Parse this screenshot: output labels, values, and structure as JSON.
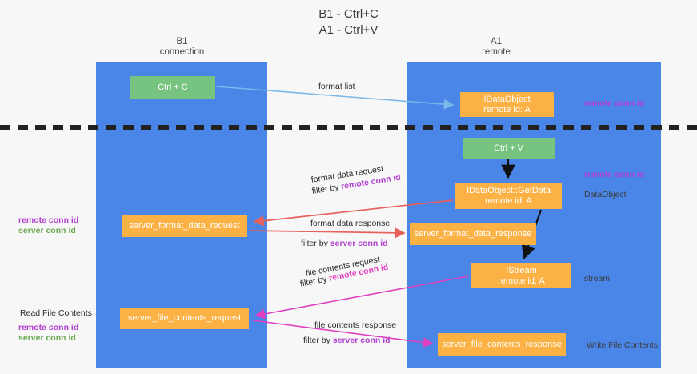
{
  "title": {
    "line1": "B1 - Ctrl+C",
    "line2": "A1 - Ctrl+V"
  },
  "lanes": [
    {
      "id": "b1",
      "name": "B1",
      "role": "connection",
      "color": "#4a86e8"
    },
    {
      "id": "a1",
      "name": "A1",
      "role": "remote",
      "color": "#4a86e8"
    }
  ],
  "nodes": {
    "ctrl_c": {
      "label": "Ctrl + C",
      "sub": "",
      "color": "#76c47f"
    },
    "idataobject": {
      "label": "IDataObject",
      "sub": "remote id: A",
      "color": "#fbb143"
    },
    "ctrl_v": {
      "label": "Ctrl + V",
      "sub": "",
      "color": "#76c47f"
    },
    "getdata": {
      "label": "IDataObject::GetData",
      "sub": "remote id: A",
      "color": "#fbb143"
    },
    "server_fd_request": {
      "label": "server_format_data_request",
      "sub": "",
      "color": "#fbb143"
    },
    "server_fd_response": {
      "label": "server_format_data_response",
      "sub": "",
      "color": "#fbb143"
    },
    "istream": {
      "label": "IStream",
      "sub": "remote id: A",
      "color": "#fbb143"
    },
    "server_fc_request": {
      "label": "server_file_contents_request",
      "sub": "",
      "color": "#fbb143"
    },
    "server_fc_response": {
      "label": "server_file_contents_response",
      "sub": "",
      "color": "#fbb143"
    }
  },
  "edge_labels": {
    "format_list": "format list",
    "format_data_request": "format data request",
    "format_data_request_filter_prefix": "filter by ",
    "format_data_request_filter_key": "remote conn id",
    "format_data_response": "format data response",
    "format_data_response_filter_prefix": "filter by ",
    "format_data_response_filter_key": "server conn id",
    "file_contents_request": "file contents request",
    "file_contents_request_filter_prefix": "filter by ",
    "file_contents_request_filter_key": "remote conn id",
    "file_contents_response": "file contents response",
    "file_contents_response_filter_prefix": "filter by ",
    "file_contents_response_filter_key": "server conn id"
  },
  "annotations": {
    "right_remote_conn_id_top": "remote conn id",
    "right_remote_conn_id_mid": "remote conn id",
    "right_dataobject": "DataObject",
    "right_istream": "Istream",
    "right_write_file_contents": "Write File Contents",
    "left_remote_conn_id_mid": "remote conn id",
    "left_server_conn_id_mid": "server conn id",
    "left_read_file_contents": "Read File Contents",
    "left_remote_conn_id_bottom": "remote conn id",
    "left_server_conn_id_bottom": "server conn id"
  },
  "colors": {
    "lane": "#4a86e8",
    "green_node": "#76c47f",
    "orange_node": "#fbb143",
    "purple_text": "#b23fd0",
    "magenta_text": "#e63fc0",
    "green_text": "#6aa84f",
    "arrow_blue": "#7cb8e8",
    "arrow_red": "#e8605a",
    "arrow_magenta": "#e040c0",
    "arrow_black": "#111111",
    "divider": "#222222"
  }
}
